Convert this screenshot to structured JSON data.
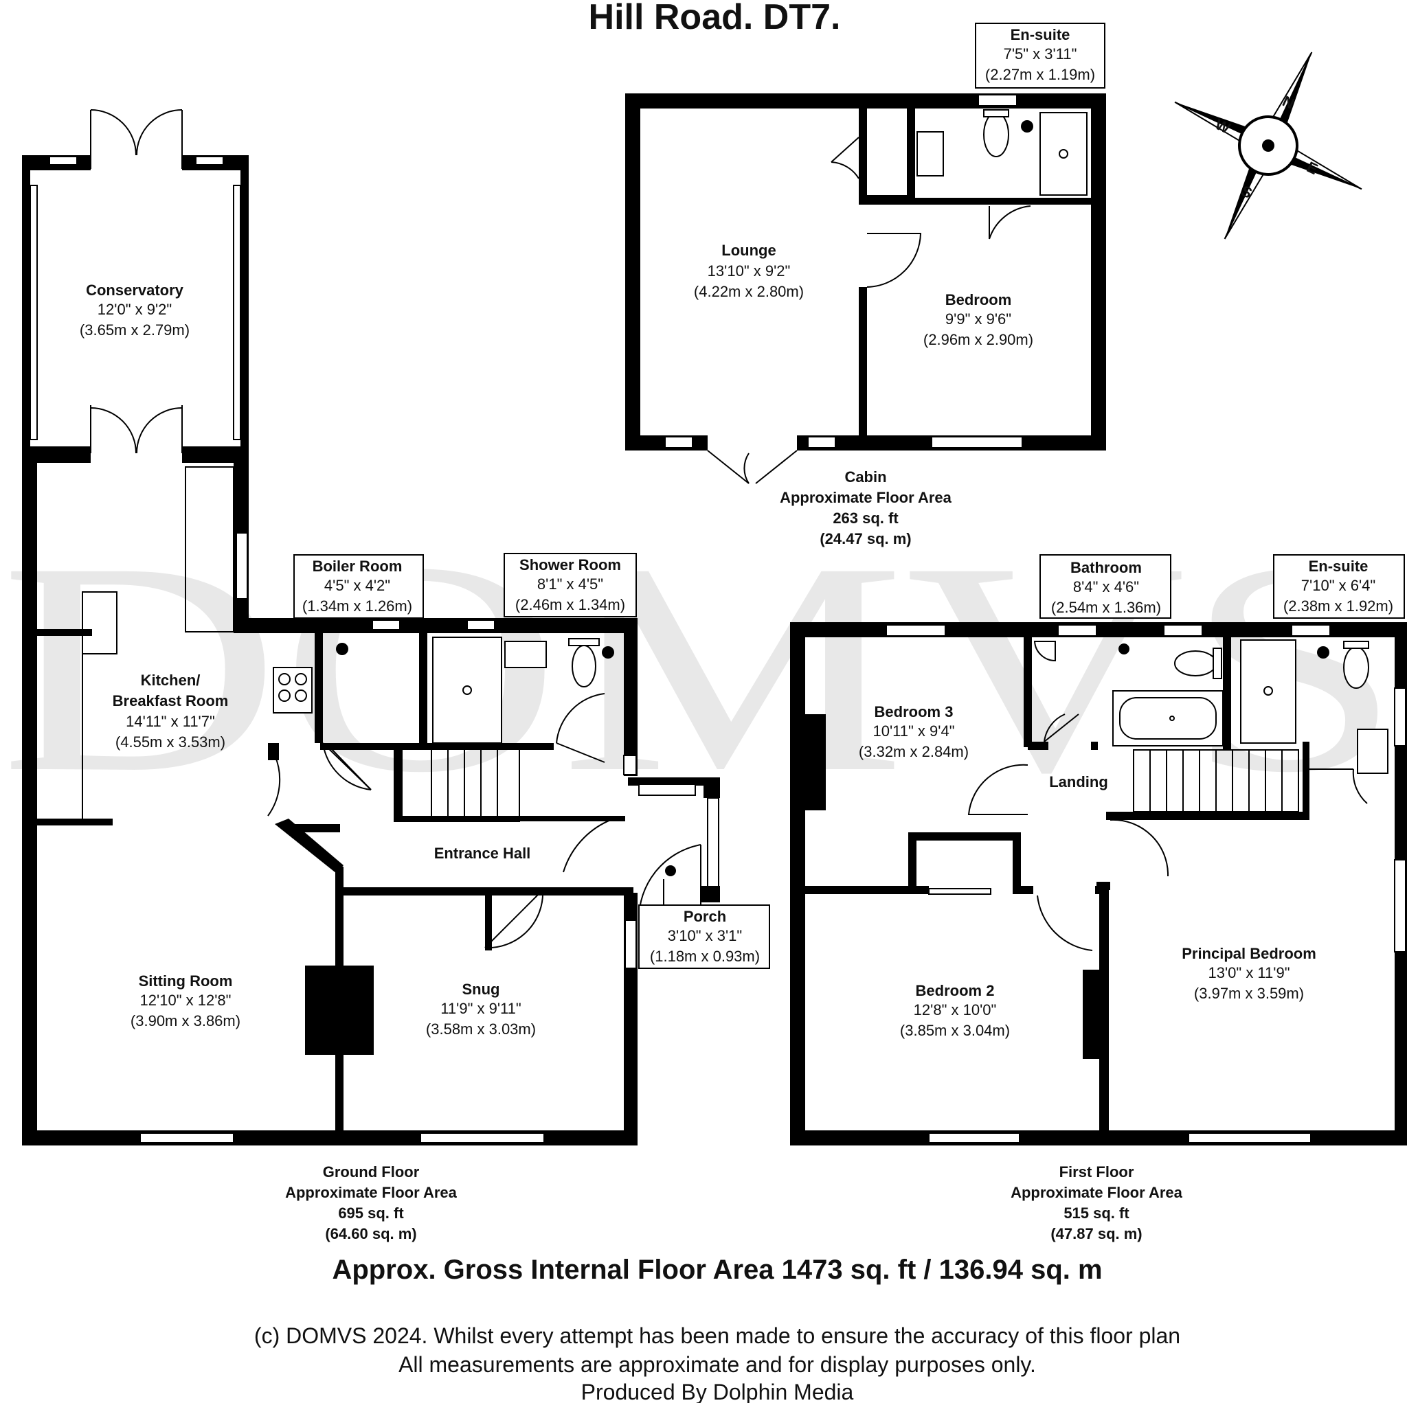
{
  "title": "Hill Road. DT7.",
  "watermark": "DOMVS",
  "rooms": {
    "conservatory": {
      "name": "Conservatory",
      "imperial": "12'0\" x 9'2\"",
      "metric": "(3.65m x 2.79m)"
    },
    "kitchen": {
      "name1": "Kitchen/",
      "name2": "Breakfast Room",
      "imperial": "14'11\" x 11'7\"",
      "metric": "(4.55m x 3.53m)"
    },
    "boiler": {
      "name": "Boiler Room",
      "imperial": "4'5\" x 4'2\"",
      "metric": "(1.34m x 1.26m)"
    },
    "shower": {
      "name": "Shower Room",
      "imperial": "8'1\" x 4'5\"",
      "metric": "(2.46m x 1.34m)"
    },
    "entrance": {
      "name": "Entrance Hall"
    },
    "porch": {
      "name": "Porch",
      "imperial": "3'10\" x 3'1\"",
      "metric": "(1.18m x 0.93m)"
    },
    "sitting": {
      "name": "Sitting Room",
      "imperial": "12'10\" x 12'8\"",
      "metric": "(3.90m x 3.86m)"
    },
    "snug": {
      "name": "Snug",
      "imperial": "11'9\" x 9'11\"",
      "metric": "(3.58m x 3.03m)"
    },
    "lounge": {
      "name": "Lounge",
      "imperial": "13'10\" x 9'2\"",
      "metric": "(4.22m x 2.80m)"
    },
    "cabin_ensuite": {
      "name": "En-suite",
      "imperial": "7'5\" x 3'11\"",
      "metric": "(2.27m x 1.19m)"
    },
    "cabin_bedroom": {
      "name": "Bedroom",
      "imperial": "9'9\" x 9'6\"",
      "metric": "(2.96m x 2.90m)"
    },
    "bedroom3": {
      "name": "Bedroom 3",
      "imperial": "10'11\" x 9'4\"",
      "metric": "(3.32m x 2.84m)"
    },
    "bathroom": {
      "name": "Bathroom",
      "imperial": "8'4\" x 4'6\"",
      "metric": "(2.54m x 1.36m)"
    },
    "ff_ensuite": {
      "name": "En-suite",
      "imperial": "7'10\" x 6'4\"",
      "metric": "(2.38m x 1.92m)"
    },
    "landing": {
      "name": "Landing"
    },
    "bedroom2": {
      "name": "Bedroom 2",
      "imperial": "12'8\" x 10'0\"",
      "metric": "(3.85m x 3.04m)"
    },
    "principal": {
      "name": "Principal Bedroom",
      "imperial": "13'0\" x 11'9\"",
      "metric": "(3.97m x 3.59m)"
    }
  },
  "floors": {
    "cabin": {
      "name": "Cabin",
      "label": "Approximate Floor Area",
      "sqft": "263 sq. ft",
      "sqm": "(24.47 sq. m)"
    },
    "ground": {
      "name": "Ground Floor",
      "label": "Approximate Floor Area",
      "sqft": "695 sq. ft",
      "sqm": "(64.60 sq. m)"
    },
    "first": {
      "name": "First Floor",
      "label": "Approximate Floor Area",
      "sqft": "515 sq. ft",
      "sqm": "(47.87 sq. m)"
    }
  },
  "total": "Approx. Gross Internal Floor Area 1473 sq. ft / 136.94 sq. m",
  "disclaimer": {
    "line1": "(c) DOMVS 2024. Whilst every attempt has been made to ensure the accuracy of this floor plan",
    "line2": "All measurements are approximate and for display purposes only.",
    "line3": "Produced By Dolphin Media"
  },
  "compass": {
    "n": "N",
    "e": "E",
    "s": "S",
    "w": "W"
  }
}
